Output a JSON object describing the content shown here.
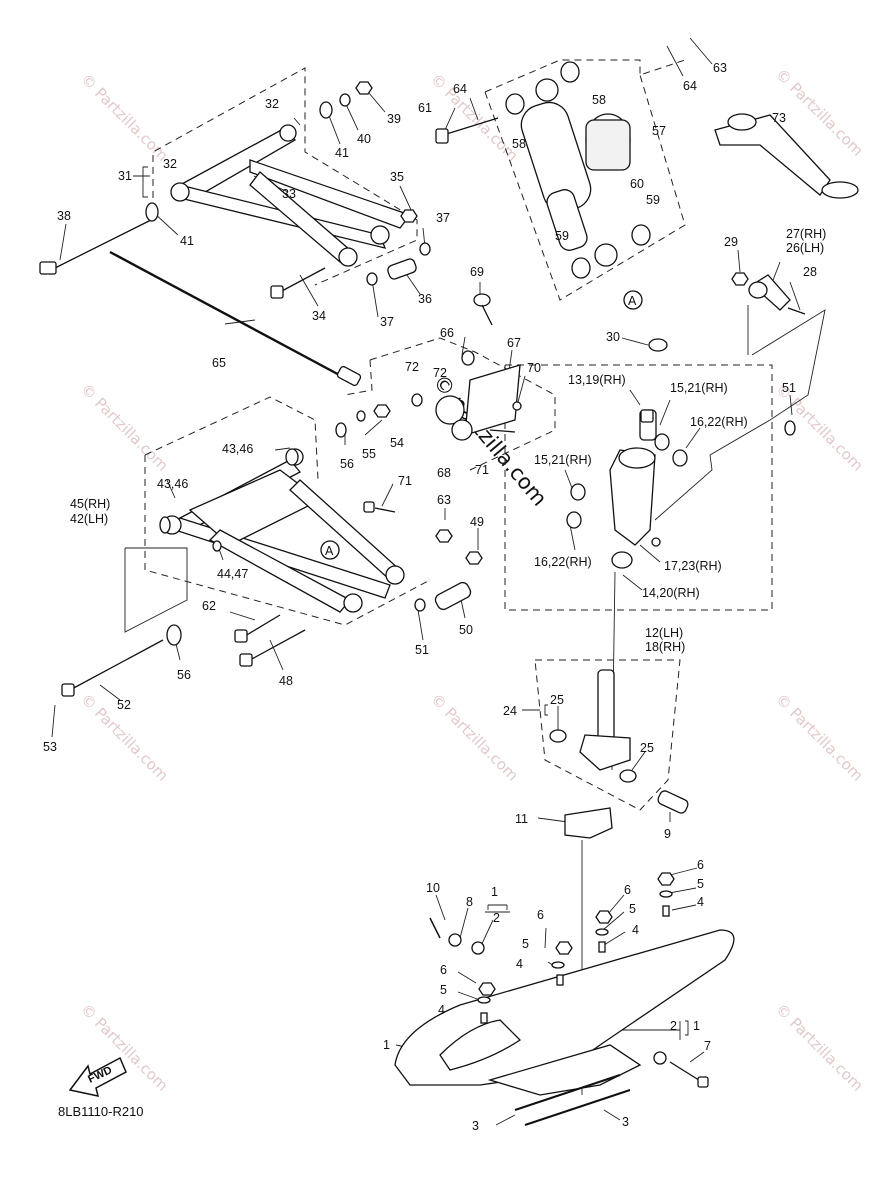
{
  "diagram": {
    "reference_code": "8LB1110-R210",
    "fwd_label": "FWD",
    "watermark_text": "© Partzilla.com",
    "center_watermark": "© partzilla.com",
    "marker_a": "A",
    "callouts": {
      "c63": "63",
      "c64a": "64",
      "c64b": "64",
      "c61": "61",
      "c58a": "58",
      "c58b": "58",
      "c57": "57",
      "c60": "60",
      "c59a": "59",
      "c59b": "59",
      "c73": "73",
      "c32a": "32",
      "c39": "39",
      "c40": "40",
      "c41a": "41",
      "c32b": "32",
      "c31": "31",
      "c33": "33",
      "c35": "35",
      "c37a": "37",
      "c38": "38",
      "c41b": "41",
      "c34": "34",
      "c36": "36",
      "c37b": "37",
      "c29": "29",
      "c27": "27(RH)",
      "c26": "26(LH)",
      "c28": "28",
      "c69": "69",
      "c65": "65",
      "c66": "66",
      "c67": "67",
      "c30": "30",
      "c72a": "72",
      "c72b": "72",
      "c70": "70",
      "c13": "13,19(RH)",
      "c15a": "15,21(RH)",
      "c51a": "51",
      "c54": "54",
      "c55": "55",
      "c56a": "56",
      "c43a": "43,46",
      "c16a": "16,22(RH)",
      "c68": "68",
      "c71a": "71",
      "c15b": "15,21(RH)",
      "c43b": "43,46",
      "c45": "45(RH)",
      "c42": "42(LH)",
      "c71b": "71",
      "c63b": "63",
      "c49": "49",
      "c16b": "16,22(RH)",
      "c17": "17,23(RH)",
      "c44": "44,47",
      "c14": "14,20(RH)",
      "c62": "62",
      "c50": "50",
      "c51b": "51",
      "c12": "12(LH)",
      "c18": "18(RH)",
      "c56b": "56",
      "c48": "48",
      "c52": "52",
      "c53": "53",
      "c24": "24",
      "c25a": "25",
      "c25b": "25",
      "c11": "11",
      "c9": "9",
      "c6a": "6",
      "c5a": "5",
      "c10": "10",
      "c8": "8",
      "c1a": "1",
      "c2a": "2",
      "c6b": "6",
      "c5b": "5",
      "c4a": "4",
      "c6c": "6",
      "c5c": "5",
      "c4b": "4",
      "c6d": "6",
      "c5d": "5",
      "c4c": "4",
      "c4d": "4",
      "c1b": "1",
      "c2b": "2",
      "c1c": "1",
      "c7": "7",
      "c3a": "3",
      "c3b": "3"
    }
  }
}
